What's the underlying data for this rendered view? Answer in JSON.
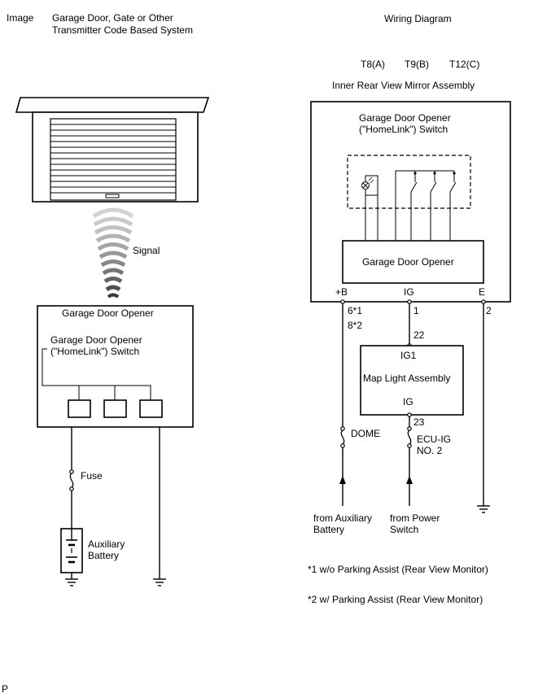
{
  "header": {
    "image_label": "Image",
    "system_title_line1": "Garage Door, Gate or Other",
    "system_title_line2": "Transmitter Code Based System",
    "wiring_title": "Wiring Diagram"
  },
  "connectors": [
    "T8(A)",
    "T9(B)",
    "T12(C)"
  ],
  "left_panel": {
    "signal_label": "Signal",
    "opener_title": "Garage Door Opener",
    "switch_label_line1": "Garage Door Opener",
    "switch_label_line2": "(\"HomeLink\") Switch",
    "fuse_label": "Fuse",
    "battery_label_line1": "Auxiliary",
    "battery_label_line2": "Battery"
  },
  "right_panel": {
    "assembly_title": "Inner Rear View Mirror Assembly",
    "switch_label_line1": "Garage Door Opener",
    "switch_label_line2": "(\"HomeLink\") Switch",
    "opener_box_label": "Garage Door Opener",
    "terminals": {
      "b": "+B",
      "ig": "IG",
      "e": "E"
    },
    "pins": {
      "b_pin1": "6*1",
      "b_pin2": "8*2",
      "ig_pin": "1",
      "e_pin": "2",
      "map_in": "22",
      "map_out": "23"
    },
    "map_light": {
      "ig1": "IG1",
      "name": "Map Light Assembly",
      "ig": "IG"
    },
    "fuse_dome": "DOME",
    "fuse_ecu_line1": "ECU-IG",
    "fuse_ecu_line2": "NO. 2",
    "from_aux_line1": "from Auxiliary",
    "from_aux_line2": "Battery",
    "from_power_line1": "from Power",
    "from_power_line2": "Switch"
  },
  "notes": [
    "*1 w/o Parking Assist (Rear View Monitor)",
    "*2 w/ Parking Assist (Rear View Monitor)"
  ],
  "footer": {
    "page_mark": "P"
  }
}
